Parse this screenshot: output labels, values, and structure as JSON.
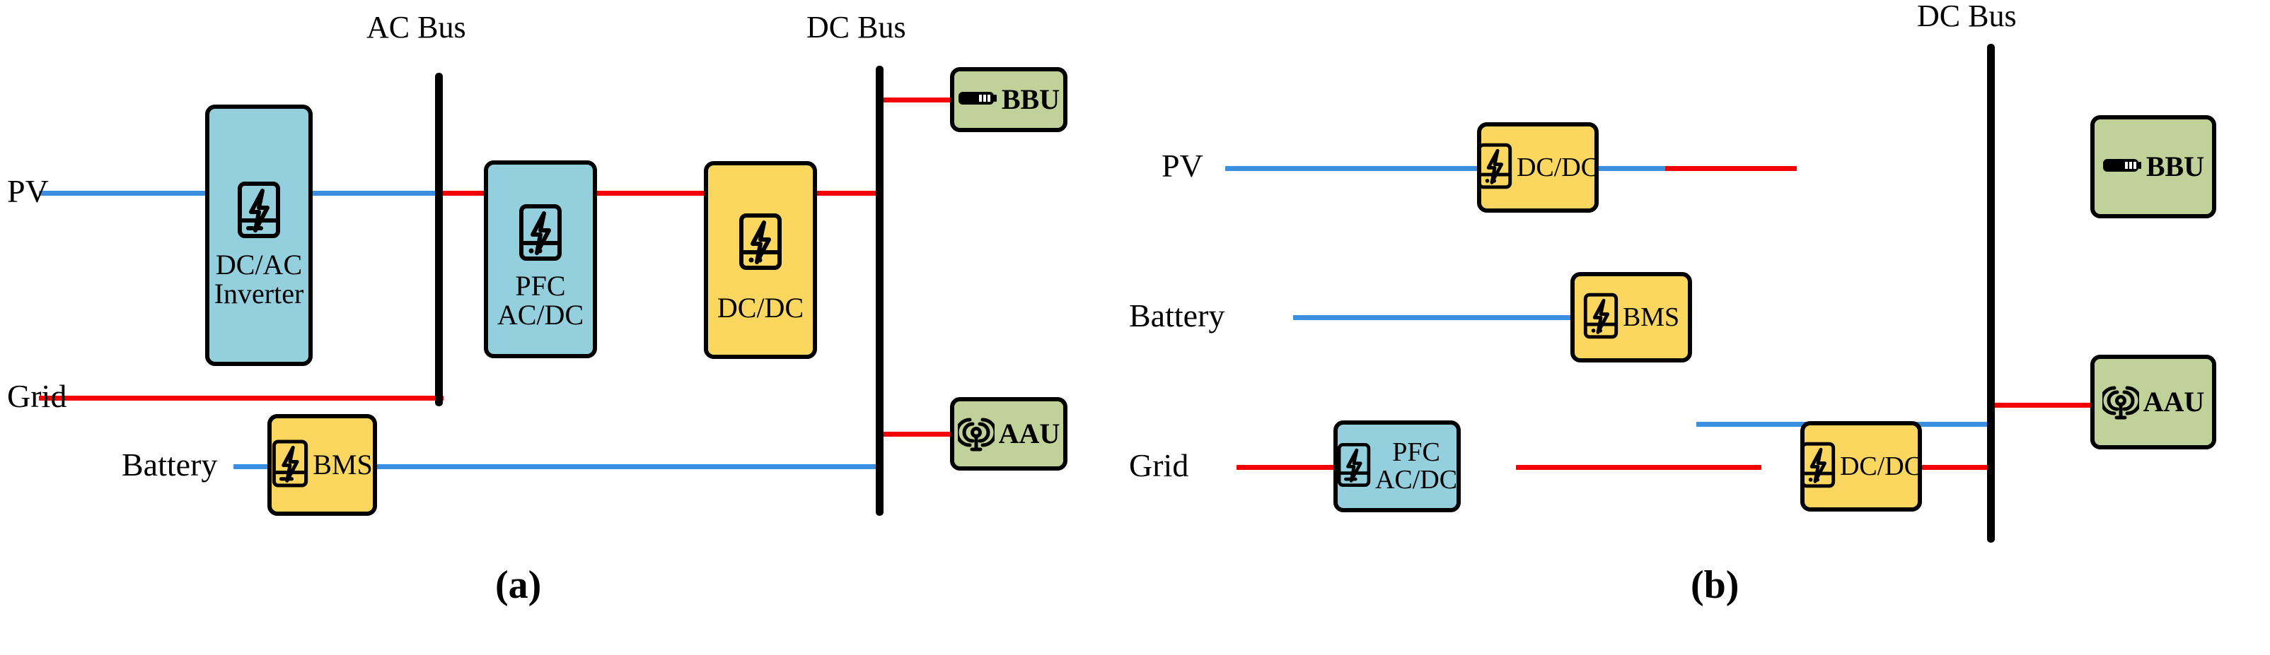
{
  "figure": {
    "panels": [
      {
        "id": "a",
        "caption": "(a)",
        "buses": [
          {
            "name": "ac-bus",
            "label": "AC Bus"
          },
          {
            "name": "dc-bus",
            "label": "DC Bus"
          }
        ],
        "sources": [
          {
            "name": "pv",
            "label": "PV"
          },
          {
            "name": "grid",
            "label": "Grid"
          },
          {
            "name": "battery",
            "label": "Battery"
          }
        ],
        "blocks": [
          {
            "name": "dc-ac-inverter",
            "label": "DC/AC\nInverter",
            "color": "#94cfdd",
            "icon": "converter-icon"
          },
          {
            "name": "pfc-ac-dc",
            "label": "PFC\nAC/DC",
            "color": "#94cfdd",
            "icon": "converter-icon"
          },
          {
            "name": "dc-dc",
            "label": "DC/DC",
            "color": "#fcd760",
            "icon": "converter-icon"
          },
          {
            "name": "bms",
            "label": "BMS",
            "color": "#fcd760",
            "icon": "converter-icon"
          },
          {
            "name": "bbu",
            "label": "BBU",
            "color": "#c0d29a",
            "icon": "battery-rack-icon"
          },
          {
            "name": "aau",
            "label": "AAU",
            "color": "#c0d29a",
            "icon": "antenna-icon"
          }
        ]
      },
      {
        "id": "b",
        "caption": "(b)",
        "buses": [
          {
            "name": "dc-bus",
            "label": "DC Bus"
          }
        ],
        "sources": [
          {
            "name": "pv",
            "label": "PV"
          },
          {
            "name": "battery",
            "label": "Battery"
          },
          {
            "name": "grid",
            "label": "Grid"
          }
        ],
        "blocks": [
          {
            "name": "dc-dc-pv",
            "label": "DC/DC",
            "color": "#fcd760",
            "icon": "converter-icon"
          },
          {
            "name": "bms",
            "label": "BMS",
            "color": "#fcd760",
            "icon": "converter-icon"
          },
          {
            "name": "pfc-ac-dc",
            "label": "PFC\nAC/DC",
            "color": "#94cfdd",
            "icon": "converter-icon"
          },
          {
            "name": "dc-dc-grid",
            "label": "DC/DC",
            "color": "#fcd760",
            "icon": "converter-icon"
          },
          {
            "name": "bbu",
            "label": "BBU",
            "color": "#c0d29a",
            "icon": "battery-rack-icon"
          },
          {
            "name": "aau",
            "label": "AAU",
            "color": "#c0d29a",
            "icon": "antenna-icon"
          }
        ]
      }
    ],
    "colors": {
      "dc_wire": "#3b8fe0",
      "ac_wire": "#f50000",
      "bus": "#000000",
      "blue_block": "#94cfdd",
      "yellow_block": "#fcd760",
      "green_block": "#c0d29a",
      "background": "#ffffff"
    }
  }
}
